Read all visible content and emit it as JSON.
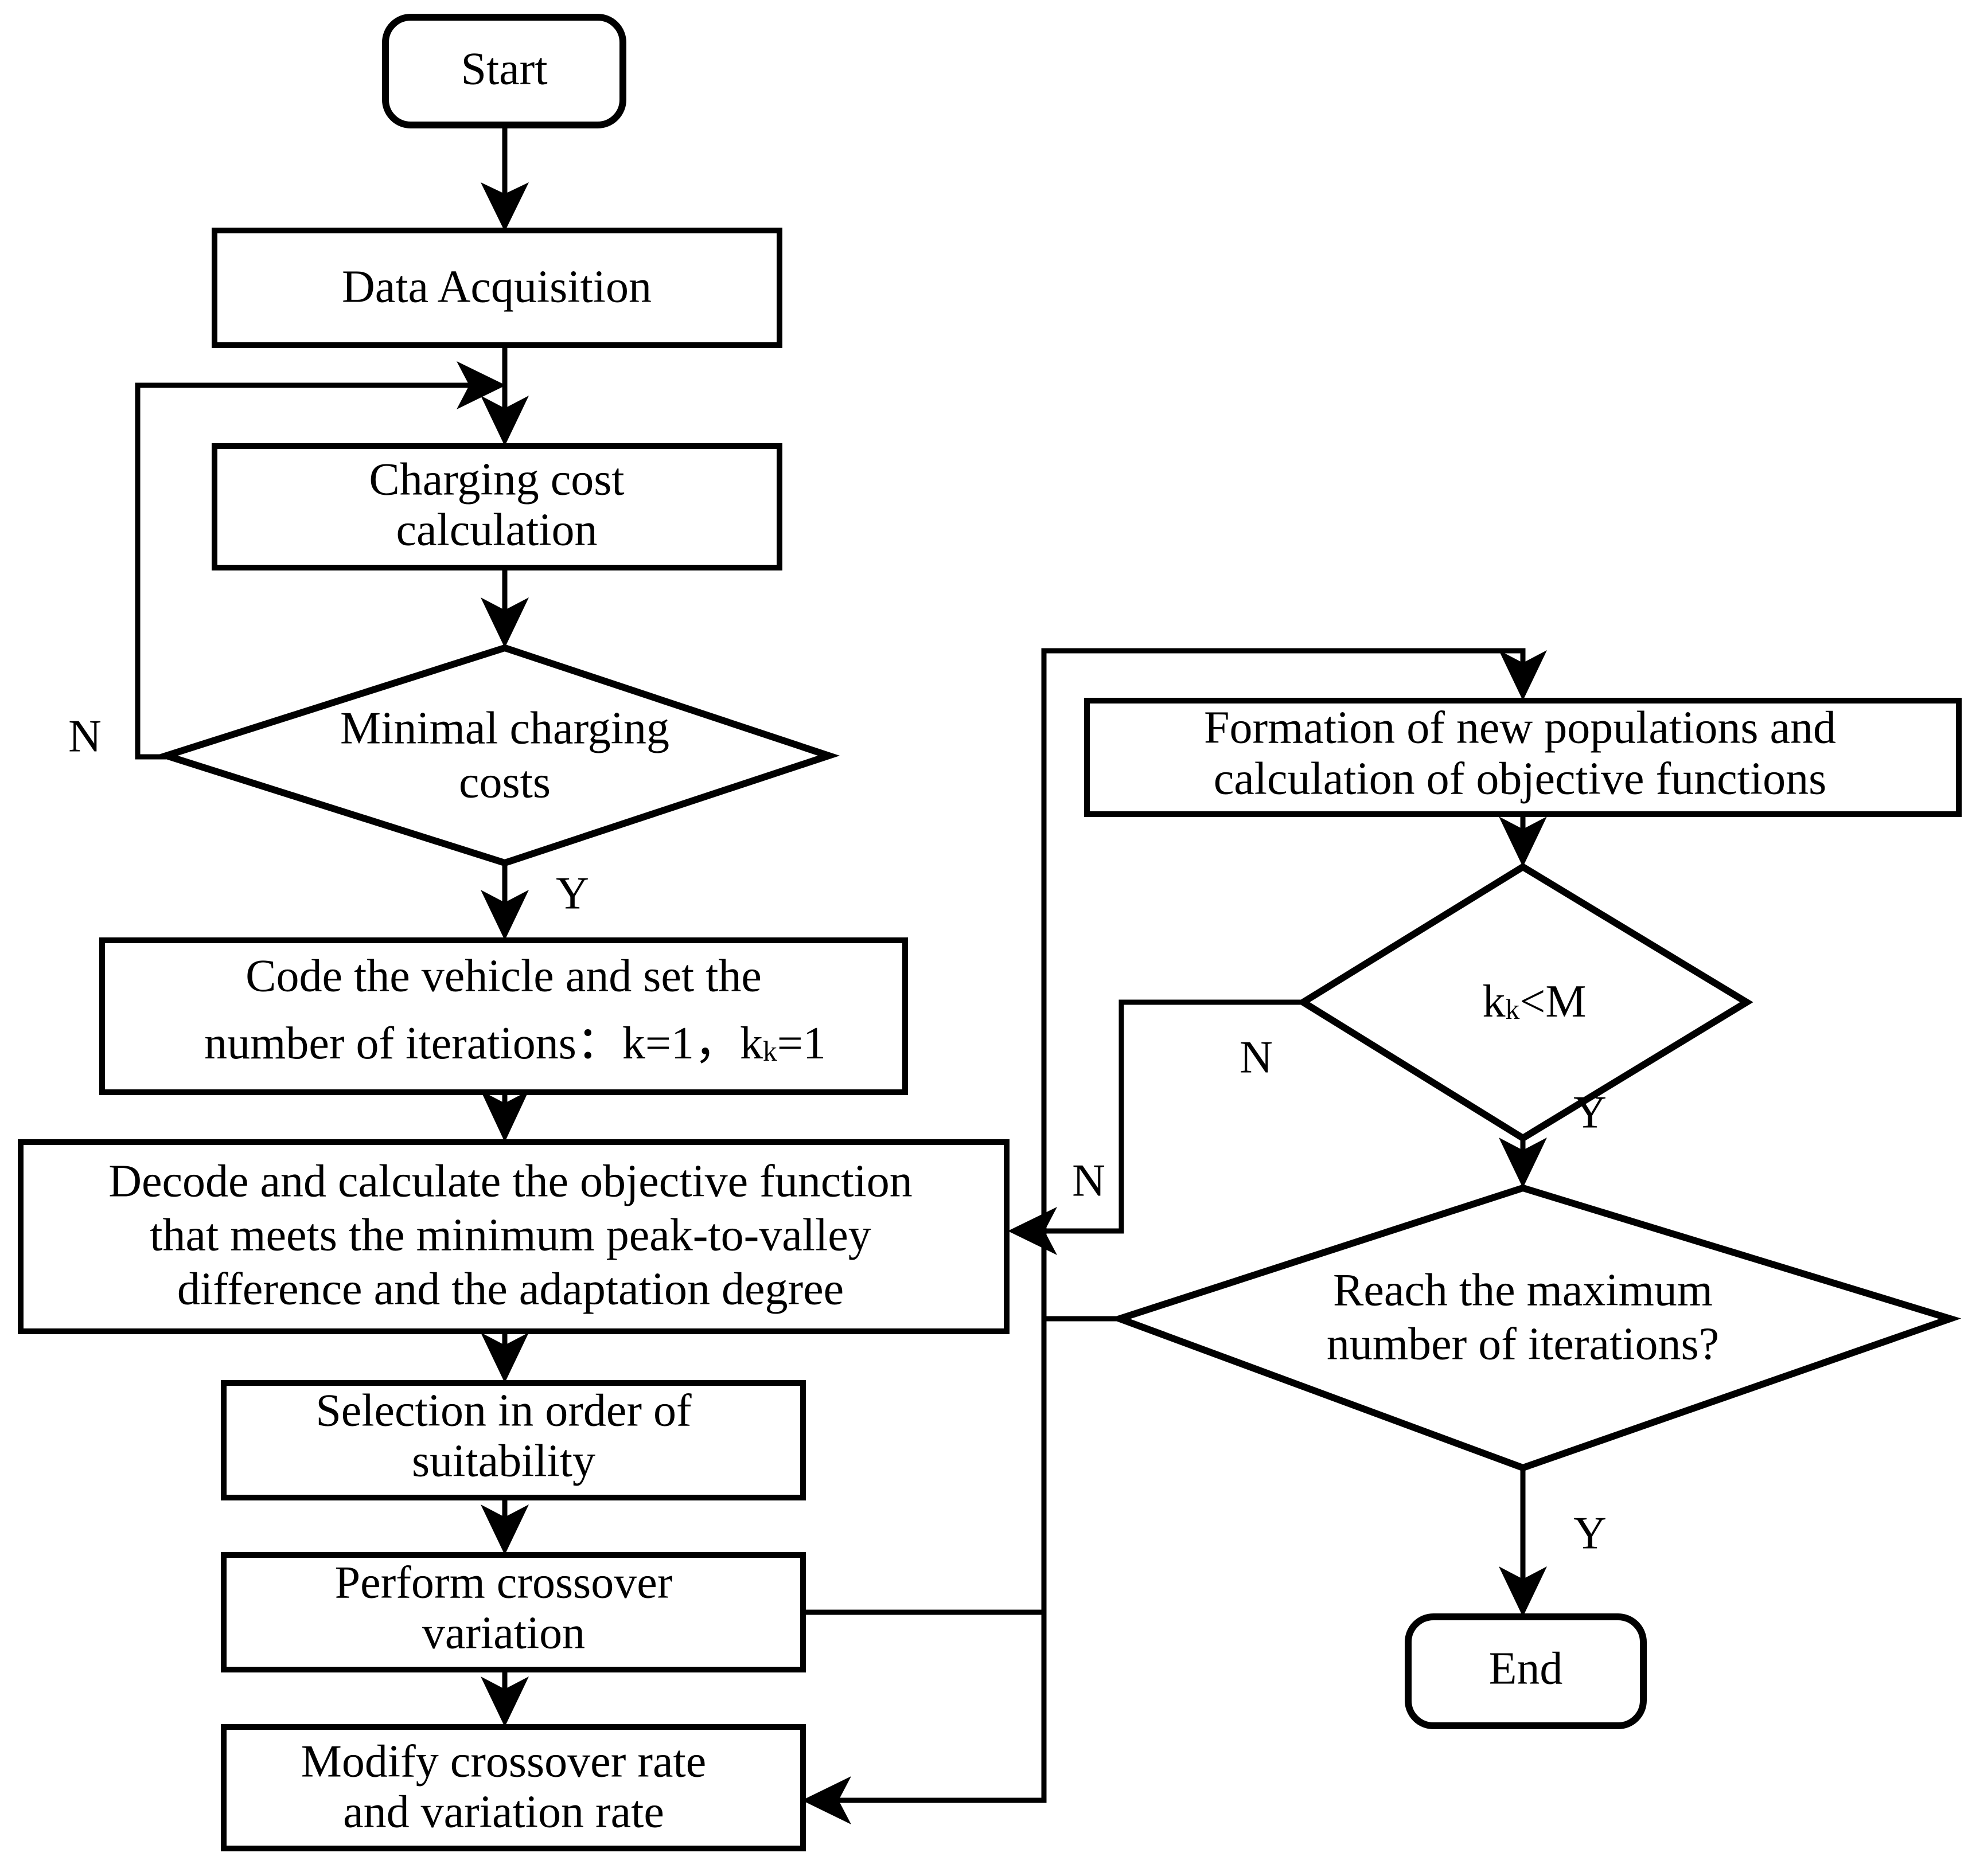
{
  "diagram": {
    "title": "Charging scheduling optimization flowchart",
    "stroke_color": "#000000",
    "fill_color": "#ffffff",
    "nodes": {
      "start": {
        "label": "Start",
        "shape": "terminator"
      },
      "data_acquisition": {
        "label": "Data Acquisition",
        "shape": "process"
      },
      "charging_cost": {
        "line1": "Charging cost",
        "line2": "calculation",
        "shape": "process"
      },
      "minimal_cost": {
        "line1": "Minimal charging",
        "line2": "costs",
        "shape": "decision"
      },
      "code_vehicle": {
        "line1": "Code the vehicle and set the",
        "line2_a": "number of iterations：k=1，k",
        "line2_sub": "k",
        "line2_b": "=1",
        "shape": "process"
      },
      "decode": {
        "line1": "Decode and calculate the objective function",
        "line2": "that meets the minimum peak-to-valley",
        "line3": "difference and the adaptation degree",
        "shape": "process"
      },
      "selection": {
        "line1": "Selection in order of",
        "line2": "suitability",
        "shape": "process"
      },
      "crossover": {
        "line1": "Perform crossover",
        "line2": "variation",
        "shape": "process"
      },
      "modify_rates": {
        "line1": "Modify crossover rate",
        "line2": "and variation rate",
        "shape": "process"
      },
      "formation": {
        "line1": "Formation of new populations and",
        "line2": "calculation of objective functions",
        "shape": "process"
      },
      "kk_lt_m": {
        "label_a": "k",
        "label_sub": "k",
        "label_b": "<M",
        "shape": "decision"
      },
      "reach_max": {
        "line1": "Reach the maximum",
        "line2": "number of iterations?",
        "shape": "decision"
      },
      "end": {
        "label": "End",
        "shape": "terminator"
      }
    },
    "edge_labels": {
      "minimal_cost_no": "N",
      "minimal_cost_yes": "Y",
      "kk_lt_m_no": "N",
      "kk_lt_m_yes": "Y",
      "reach_max_no": "N",
      "reach_max_yes": "Y"
    }
  }
}
